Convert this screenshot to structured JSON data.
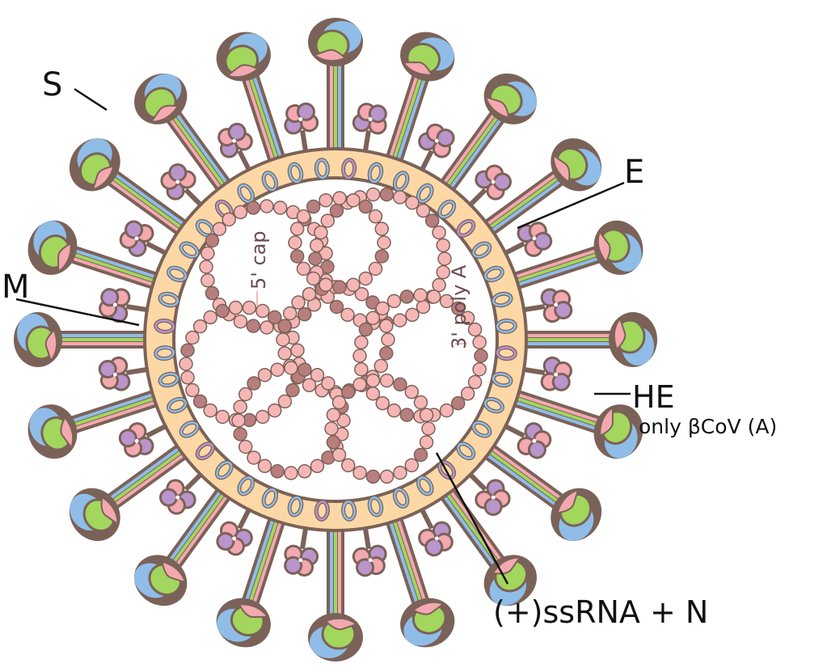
{
  "labels": {
    "spike": "S",
    "membrane": "M",
    "envelope": "E",
    "hemagglutinin_esterase": "HE",
    "he_note": "only βCoV (A)",
    "genome": "(+)ssRNA + N",
    "five_prime": "5' cap",
    "three_prime": "3' poly A"
  },
  "colors": {
    "outline": "#7b6258",
    "spike_blue": "#8fbde8",
    "spike_green": "#a3d65c",
    "spike_pink": "#f4a8b0",
    "he_purple": "#b995cc",
    "envelope": "#fdd8a6",
    "rna_light": "#f6b6b6",
    "rna_dark": "#b87e7e"
  }
}
